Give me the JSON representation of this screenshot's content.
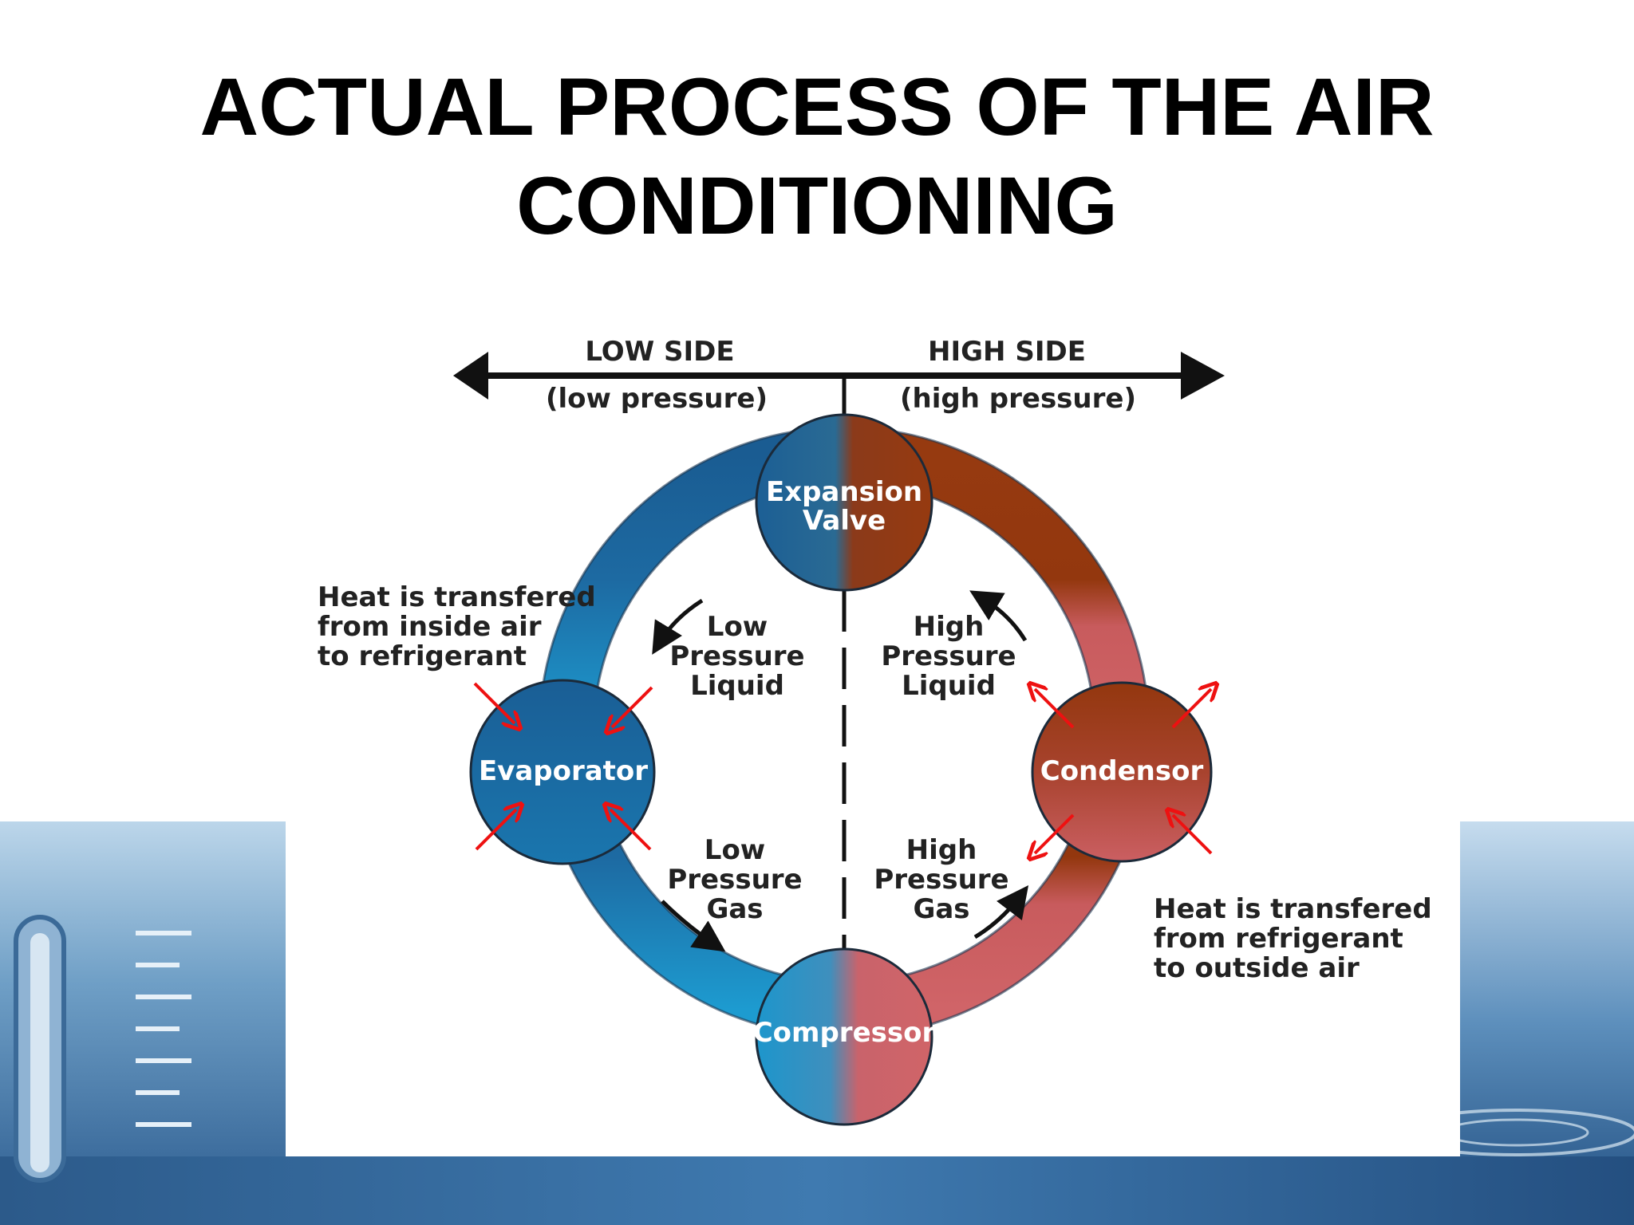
{
  "slide": {
    "title_line1": "ACTUAL PROCESS OF THE AIR",
    "title_line2": "CONDITIONING"
  },
  "diagram": {
    "low_side": {
      "label": "LOW SIDE",
      "sub": "(low pressure)"
    },
    "high_side": {
      "label": "HIGH SIDE",
      "sub": "(high pressure)"
    },
    "nodes": {
      "expansion_valve": [
        "Expansion",
        "Valve"
      ],
      "evaporator": "Evaporator",
      "condensor": "Condensor",
      "compressor": "Compressor"
    },
    "states": {
      "low_liquid": [
        "Low",
        "Pressure",
        "Liquid"
      ],
      "high_liquid": [
        "High",
        "Pressure",
        "Liquid"
      ],
      "low_gas": [
        "Low",
        "Pressure",
        "Gas"
      ],
      "high_gas": [
        "High",
        "Pressure",
        "Gas"
      ]
    },
    "notes": {
      "inside": [
        "Heat is transfered",
        "from inside air",
        "to refrigerant"
      ],
      "outside": [
        "Heat is transfered",
        "from refrigerant",
        "to outside air"
      ]
    },
    "colors": {
      "low_side_blue": "#1f6fa6",
      "high_side_brown": "#963a10",
      "high_gas_pink": "#cf6266",
      "heat_arrow_red": "#ee1111"
    }
  }
}
